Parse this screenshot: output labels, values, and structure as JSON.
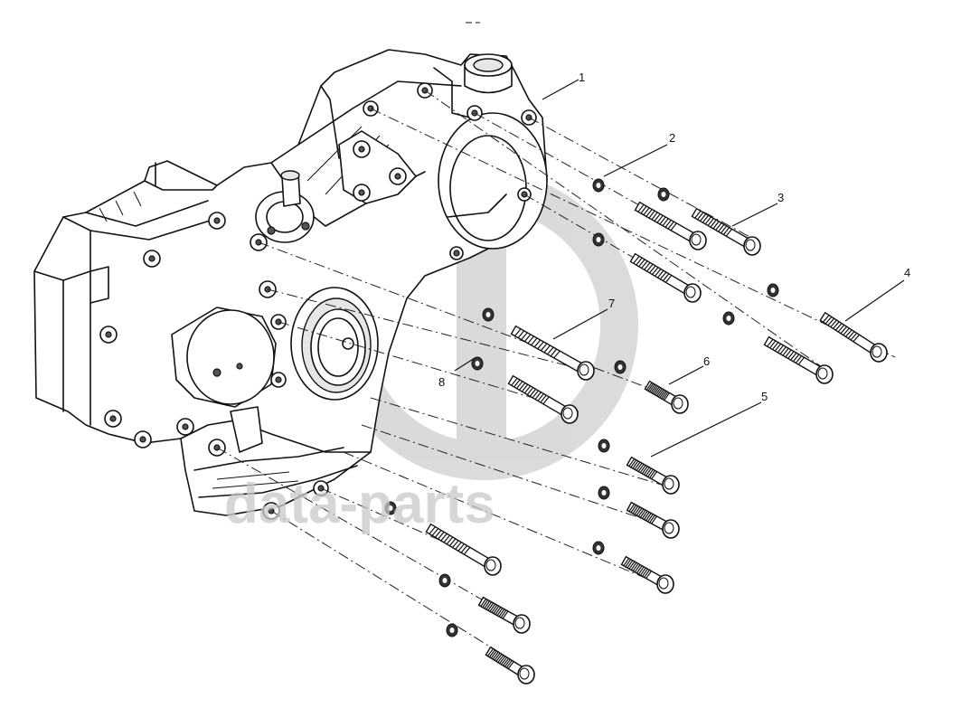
{
  "diagram": {
    "callouts": [
      {
        "id": "c1",
        "label": "1"
      },
      {
        "id": "c2",
        "label": "2"
      },
      {
        "id": "c3",
        "label": "3"
      },
      {
        "id": "c4",
        "label": "4"
      },
      {
        "id": "c5",
        "label": "5"
      },
      {
        "id": "c6",
        "label": "6"
      },
      {
        "id": "c7",
        "label": "7"
      },
      {
        "id": "c8",
        "label": "8"
      }
    ],
    "watermark": {
      "text": "data-parts"
    },
    "colors": {
      "line": "#111111",
      "watermark": "#c9c9c9",
      "background": "#ffffff"
    }
  }
}
